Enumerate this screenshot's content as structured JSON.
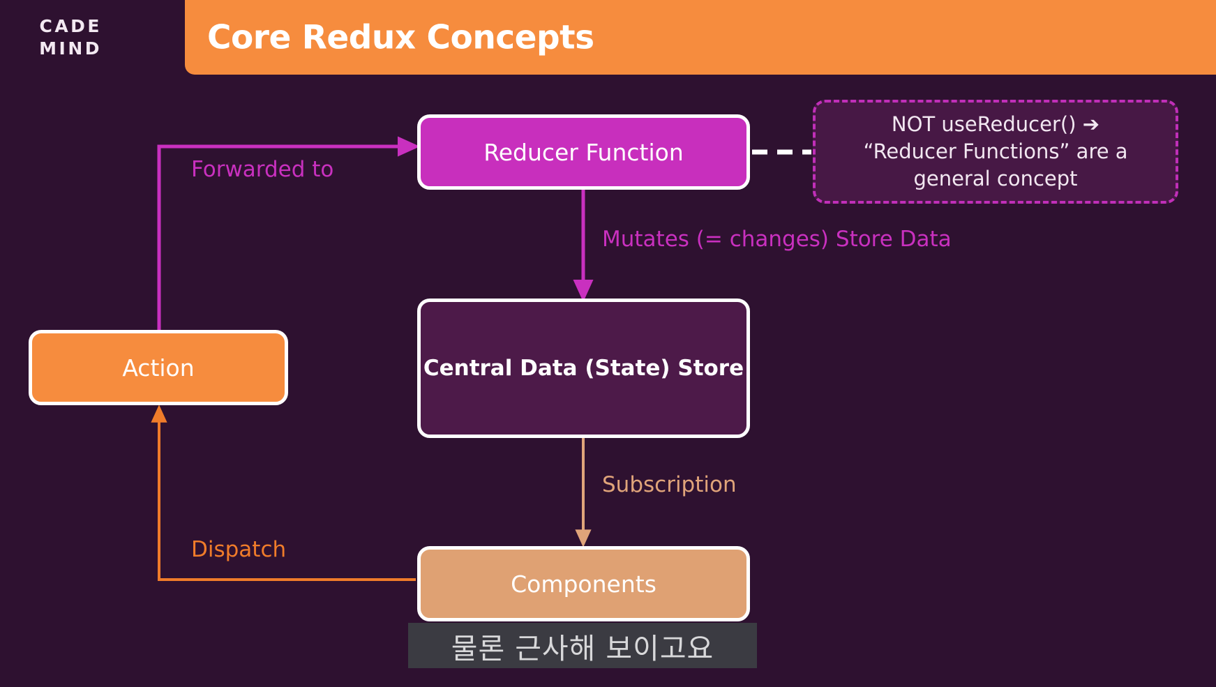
{
  "slide": {
    "background_color": "#2e1130",
    "brand_logo": "CADE\nMIND"
  },
  "header": {
    "title": "Core Redux Concepts",
    "bar_color": "#f68c3e"
  },
  "diagram": {
    "nodes": [
      {
        "id": "reducer",
        "label": "Reducer Function",
        "fill": "#c82fbd"
      },
      {
        "id": "store",
        "label": "Central Data (State) Store",
        "fill": "#4d1a49"
      },
      {
        "id": "action",
        "label": "Action",
        "fill": "#f68c3e"
      },
      {
        "id": "components",
        "label": "Components",
        "fill": "#dfa173"
      }
    ],
    "callout": {
      "line1": "NOT useReducer()",
      "arrow": "➔",
      "line2": "“Reducer Functions” are a",
      "line3": "general concept",
      "border_color": "#c02fb8",
      "fill": "#471845"
    },
    "edges": [
      {
        "id": "forwarded",
        "label": "Forwarded to",
        "color": "#c930bf",
        "from": "action",
        "to": "reducer"
      },
      {
        "id": "mutates",
        "label": "Mutates (= changes) Store Data",
        "color": "#c930bf",
        "from": "reducer",
        "to": "store"
      },
      {
        "id": "subscription",
        "label": "Subscription",
        "color": "#e0a47a",
        "from": "store",
        "to": "components"
      },
      {
        "id": "dispatch",
        "label": "Dispatch",
        "color": "#f07c2a",
        "from": "components",
        "to": "action"
      }
    ]
  },
  "caption": {
    "text": "물론 근사해 보이고요",
    "background": "#3b3b42",
    "color": "#d8d8da"
  }
}
